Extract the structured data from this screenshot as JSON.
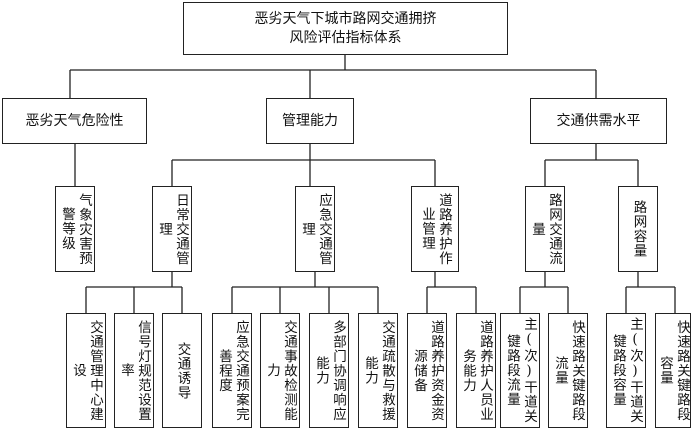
{
  "diagram": {
    "root": {
      "line1": "恶劣天气下城市路网交通拥挤",
      "line2": "风险评估指标体系"
    },
    "level1": [
      {
        "label": "恶劣天气危险性"
      },
      {
        "label": "管理能力"
      },
      {
        "label": "交通供需水平"
      }
    ],
    "level2": [
      {
        "label": "气象灾害预警等级"
      },
      {
        "label": "日常交通管理"
      },
      {
        "label": "应急交通管理"
      },
      {
        "label": "道路养护作业管理"
      },
      {
        "label": "路网交通流量"
      },
      {
        "label": "路网容量"
      }
    ],
    "level3": [
      {
        "label": "交通管理中心建设"
      },
      {
        "label": "信号灯规范设置率"
      },
      {
        "label": "交通诱导"
      },
      {
        "label": "应急交通预案完善程度"
      },
      {
        "label": "交通事故检测能力"
      },
      {
        "label": "多部门协调响应能力"
      },
      {
        "label": "交通疏散与救援能力"
      },
      {
        "label": "道路养护资金资源储备"
      },
      {
        "label": "道路养护人员业务能力"
      },
      {
        "label": "主(次)干道关键路段流量"
      },
      {
        "label": "快速路关键路段流量"
      },
      {
        "label": "主(次)干道关键路段容量"
      },
      {
        "label": "快速路关键路段容量"
      }
    ]
  }
}
